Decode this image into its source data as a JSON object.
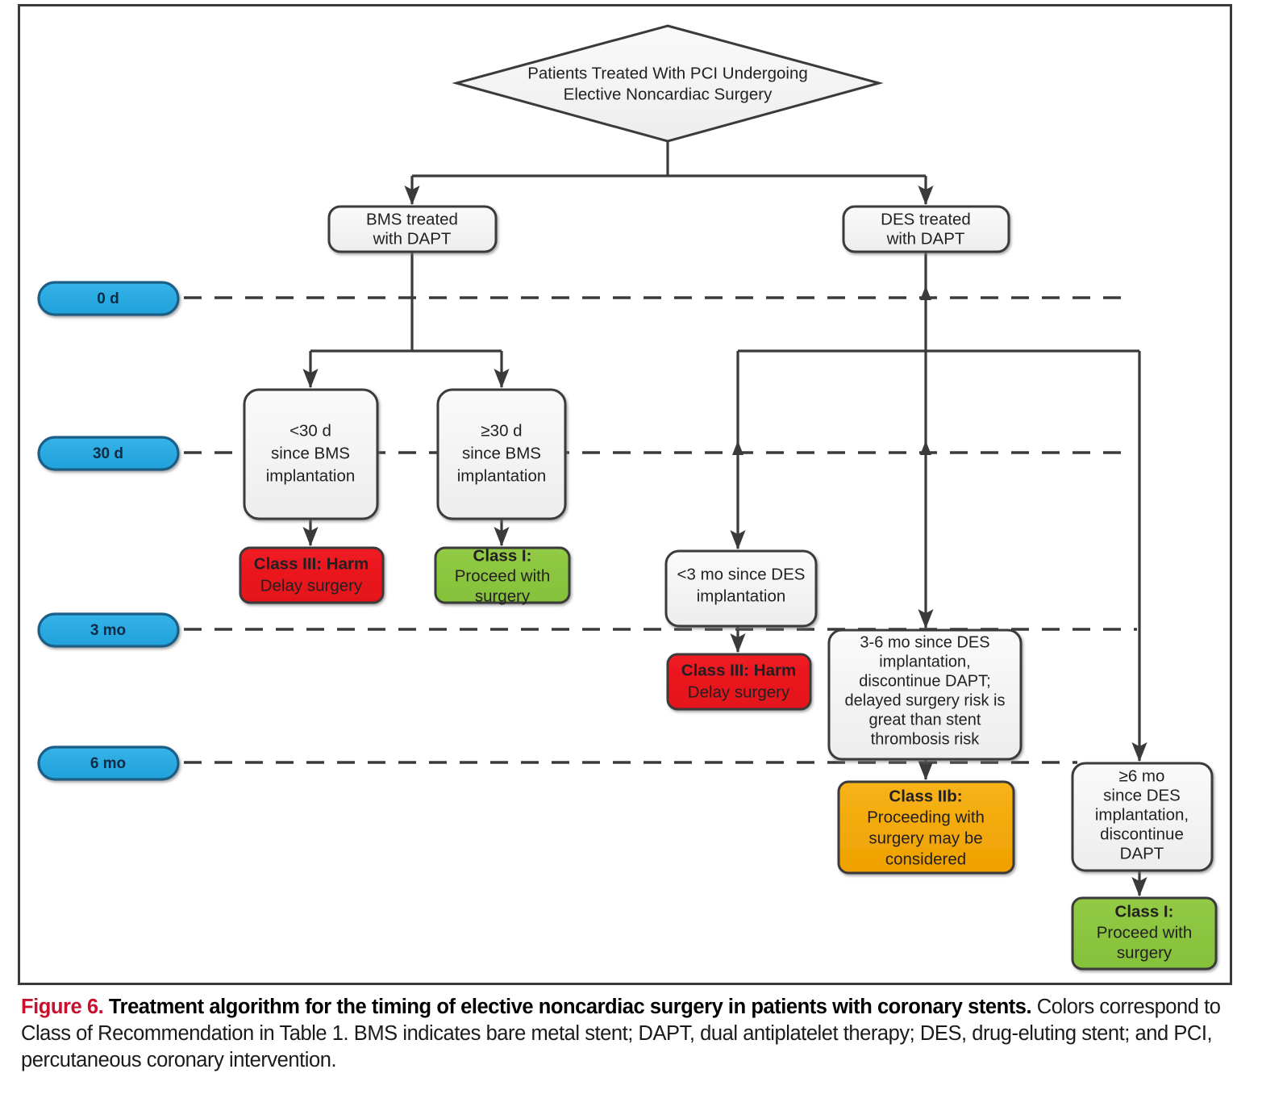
{
  "figure": {
    "label": "Figure 6.",
    "title": "Treatment algorithm for the timing of elective noncardiac surgery in patients with coronary stents.",
    "body": "Colors correspond to Class of Recommendation in Table 1. BMS indicates bare metal stent; DAPT, dual antiplatelet therapy; DES, drug-eluting stent; and PCI, percutaneous coronary intervention."
  },
  "colors": {
    "red": "#ED1C24",
    "green": "#8CC63F",
    "orange": "#F2A900",
    "blue": "#29ABE2",
    "blue_border": "#1B5E86",
    "box_fill": "#F2F2F2",
    "box_border": "#3A3A3A",
    "line": "#3A3A3A",
    "caption_accent": "#C8102E"
  },
  "timeline": [
    {
      "id": "t-0d",
      "label": "0 d"
    },
    {
      "id": "t-30d",
      "label": "30 d"
    },
    {
      "id": "t-3mo",
      "label": "3 mo"
    },
    {
      "id": "t-6mo",
      "label": "6 mo"
    }
  ],
  "nodes": {
    "root": {
      "shape": "diamond",
      "line1": "Patients Treated With PCI Undergoing",
      "line2": "Elective Noncardiac Surgery"
    },
    "bms_dapt": {
      "line1": "BMS treated",
      "line2": "with DAPT"
    },
    "des_dapt": {
      "line1": "DES treated",
      "line2": "with DAPT"
    },
    "bms_lt30": {
      "line1": "<30 d",
      "line2": "since BMS",
      "line3": "implantation"
    },
    "bms_ge30": {
      "line1": "≥30 d",
      "line2": "since BMS",
      "line3": "implantation"
    },
    "des_lt3mo": {
      "line1": "<3 mo since DES",
      "line2": "implantation"
    },
    "des_3to6mo": {
      "line1": "3-6 mo since DES",
      "line2": "implantation,",
      "line3": "discontinue DAPT;",
      "line4": "delayed surgery risk is",
      "line5": "great than stent",
      "line6": "thrombosis risk"
    },
    "des_ge6mo": {
      "line1": "≥6 mo",
      "line2": "since DES",
      "line3": "implantation,",
      "line4": "discontinue",
      "line5": "DAPT"
    }
  },
  "recommendations": {
    "bms_harm": {
      "class_label": "Class III: Harm",
      "action": "Delay surgery",
      "color": "red"
    },
    "bms_class1": {
      "class_label": "Class I:",
      "action_line1": "Proceed with",
      "action_line2": "surgery",
      "color": "green"
    },
    "des_harm": {
      "class_label": "Class III: Harm",
      "action": "Delay surgery",
      "color": "red"
    },
    "des_class2b": {
      "class_label": "Class IIb:",
      "action_line1": "Proceeding with",
      "action_line2": "surgery may be",
      "action_line3": "considered",
      "color": "orange"
    },
    "des_class1": {
      "class_label": "Class I:",
      "action_line1": "Proceed with",
      "action_line2": "surgery",
      "color": "green"
    }
  }
}
